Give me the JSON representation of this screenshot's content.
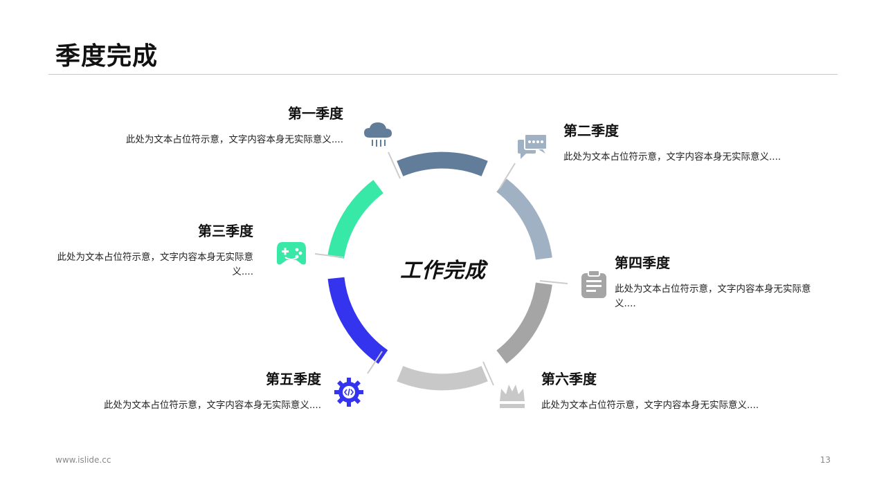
{
  "title": "季度完成",
  "center_label": "工作完成",
  "quarters": [
    {
      "label": "第一季度",
      "desc": "此处为文本占位符示意，文字内容本身无实际意义....",
      "icon": "cloud-icon",
      "color": "#617d9a"
    },
    {
      "label": "第二季度",
      "desc": "此处为文本占位符示意，文字内容本身无实际意义....",
      "icon": "chat-icon",
      "color": "#9fb1c2"
    },
    {
      "label": "第三季度",
      "desc": "此处为文本占位符示意，文字内容本身无实际意义....",
      "icon": "gamepad-icon",
      "color": "#38e8a6"
    },
    {
      "label": "第四季度",
      "desc": "此处为文本占位符示意，文字内容本身无实际意义....",
      "icon": "clipboard-icon",
      "color": "#a5a5a5"
    },
    {
      "label": "第五季度",
      "desc": "此处为文本占位符示意，文字内容本身无实际意义....",
      "icon": "gear-code-icon",
      "color": "#3434ee"
    },
    {
      "label": "第六季度",
      "desc": "此处为文本占位符示意，文字内容本身无实际意义....",
      "icon": "crown-icon",
      "color": "#c8c8c8"
    }
  ],
  "footer": {
    "website": "www.islide.cc",
    "page_number": "13"
  }
}
